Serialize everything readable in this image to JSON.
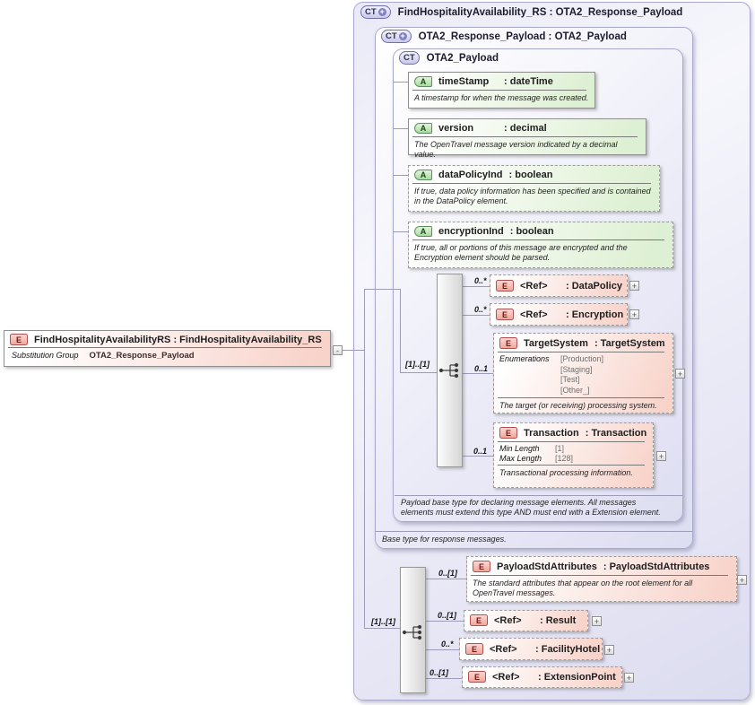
{
  "colors": {
    "complex_type_fill": "#e6e6f6",
    "complex_type_border": "#a9a9cf",
    "attribute_fill": "#def0d3",
    "element_fill": "#f8d3ca",
    "connector": "#9c9cb8"
  },
  "icons": {
    "expand": "+",
    "collapse": "-",
    "ct_plus": "+"
  },
  "badges": {
    "complex_type": "CT",
    "attribute": "A",
    "element": "E"
  },
  "left_element": {
    "title": "FindHospitalityAvailabilityRS : FindHospitalityAvailability_RS",
    "substitution_label": "Substitution Group",
    "substitution_value": "OTA2_Response_Payload"
  },
  "outer_panel": {
    "title": "FindHospitalityAvailability_RS : OTA2_Response_Payload"
  },
  "middle_panel": {
    "title": "OTA2_Response_Payload : OTA2_Payload",
    "note": "Base type for response messages."
  },
  "inner_panel": {
    "title": "OTA2_Payload",
    "note_line1": "Payload base type for declaring message elements. All messages",
    "note_line2": "elements must extend this type AND must end with a Extension element."
  },
  "group_labels": {
    "inner": "[1]..[1]",
    "outer": "[1]..[1]"
  },
  "attributes": [
    {
      "name": "timeStamp",
      "type": ": dateTime",
      "doc": "A timestamp for when the message was created."
    },
    {
      "name": "version",
      "type": ": decimal",
      "doc": "The OpenTravel message version indicated by a decimal value."
    },
    {
      "name": "dataPolicyInd",
      "type": ": boolean",
      "doc": "If true, data policy information has been specified and is contained in the DataPolicy element."
    },
    {
      "name": "encryptionInd",
      "type": ": boolean",
      "doc": "If true, all or portions of this message are encrypted and the Encryption element should be parsed."
    }
  ],
  "inner_children": [
    {
      "cardinality": "0..*",
      "name": "<Ref>",
      "type": ": DataPolicy"
    },
    {
      "cardinality": "0..*",
      "name": "<Ref>",
      "type": ": Encryption"
    },
    {
      "cardinality": "0..1",
      "name": "TargetSystem",
      "type": ": TargetSystem",
      "enum_label": "Enumerations",
      "enums": [
        "[Production]",
        "[Staging]",
        "[Test]",
        "[Other_]"
      ],
      "doc": "The target (or receiving) processing system."
    },
    {
      "cardinality": "0..1",
      "name": "Transaction",
      "type": ": Transaction",
      "facets": [
        {
          "label": "Min Length",
          "value": "[1]"
        },
        {
          "label": "Max Length",
          "value": "[128]"
        }
      ],
      "doc": "Transactional processing information."
    }
  ],
  "outer_children": [
    {
      "cardinality": "0..[1]",
      "name": "PayloadStdAttributes",
      "type": ": PayloadStdAttributes",
      "doc": "The standard attributes that appear on the root element for all OpenTravel messages."
    },
    {
      "cardinality": "0..[1]",
      "name": "<Ref>",
      "type": ": Result"
    },
    {
      "cardinality": "0..*",
      "name": "<Ref>",
      "type": ": FacilityHotel"
    },
    {
      "cardinality": "0..[1]",
      "name": "<Ref>",
      "type": ": ExtensionPoint"
    }
  ]
}
